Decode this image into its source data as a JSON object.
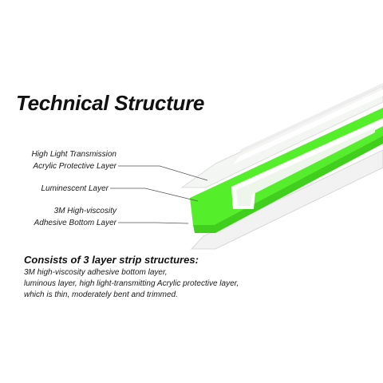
{
  "title": "Technical Structure",
  "layers": [
    {
      "line1": "High Light Transmission",
      "line2": "Acrylic Protective Layer"
    },
    {
      "line1": "Luminescent Layer",
      "line2": ""
    },
    {
      "line1": "3M High-viscosity",
      "line2": "Adhesive Bottom Layer"
    }
  ],
  "description": {
    "heading": "Consists of 3 layer strip structures:",
    "lines": [
      "3M high-viscosity adhesive bottom layer,",
      "luminous layer, high light-transmitting Acrylic protective layer,",
      "which is thin, moderately bent and trimmed."
    ]
  },
  "colors": {
    "luminescent": "#55ee2a",
    "acrylic": "#f4f6f3",
    "text": "#111111"
  }
}
